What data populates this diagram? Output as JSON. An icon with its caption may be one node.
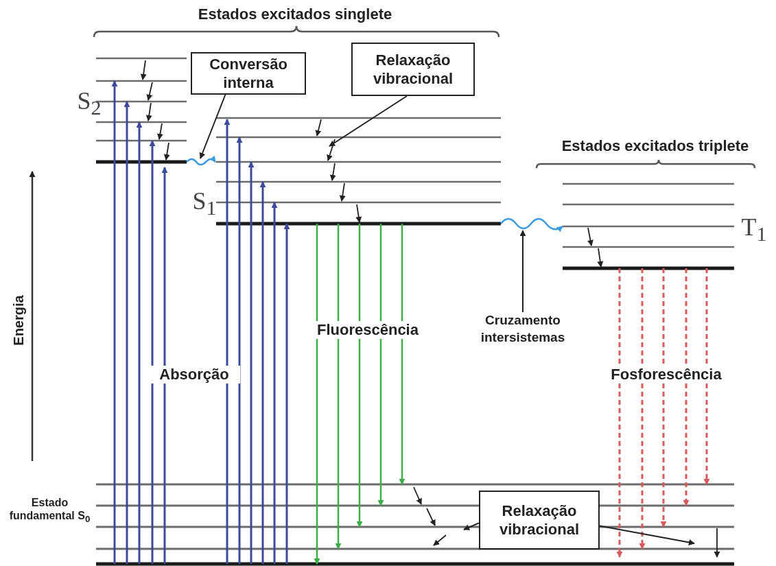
{
  "diagram": {
    "nodes": [
      {
        "text": [
          "Conversão interna"
        ]
      },
      {
        "text": [
          "Relaxação vibracional"
        ]
      },
      {
        "text": [
          "Cruzamento intersistemas"
        ]
      },
      {
        "text": [
          "Relaxação vibracional"
        ]
      }
    ],
    "edges": [
      {
        "from": 0,
        "to": null,
        "arrow": "to"
      },
      {
        "from": 1,
        "to": null,
        "arrow": "to"
      },
      {
        "from": 2,
        "to": null,
        "arrow": "to"
      },
      {
        "from": 3,
        "to": null,
        "arrow": "to"
      },
      {
        "from": 3,
        "to": null,
        "arrow": "to"
      }
    ],
    "labels": [
      "Estados excitados singlete",
      "S$_{2}$",
      "Estados excitados triplete",
      "S$_{1}$",
      "T$_{1}$",
      "Energia",
      "Fluorescência",
      "Absorção",
      "Fosforescência",
      "Estado fundamental S$_{0}$"
    ]
  }
}
